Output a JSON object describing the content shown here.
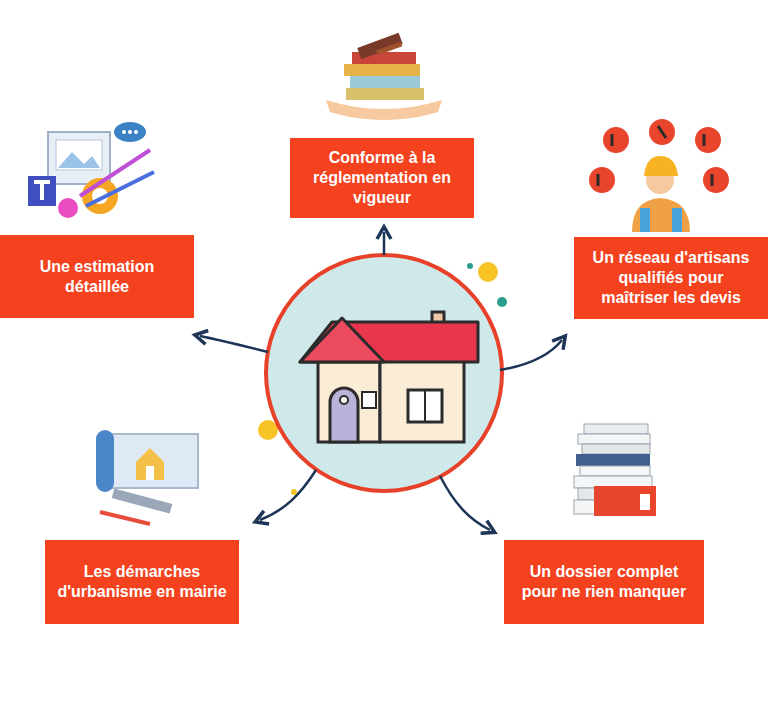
{
  "diagram": {
    "nodes": [
      {
        "text": [
          "Conforme à la réglementation en vigueur"
        ]
      },
      {
        "text": [
          "Une estimation détaillée"
        ]
      },
      {
        "text": [
          "Un réseau d'artisans qualifiés pour maîtriser les devis"
        ]
      },
      {
        "text": [
          "Les démarches d'urbanisme en mairie"
        ]
      },
      {
        "text": [
          "Un dossier complet pour ne rien manquer"
        ]
      }
    ]
  }
}
